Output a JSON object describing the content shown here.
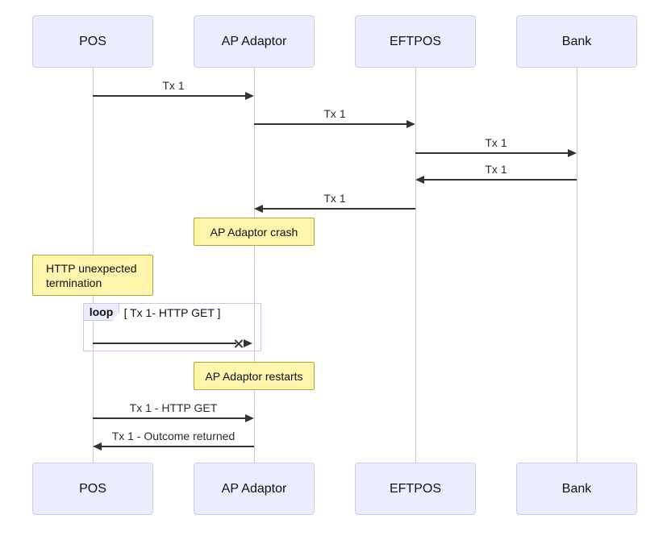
{
  "diagram_type": "sequence-diagram",
  "participants": [
    {
      "label": "POS"
    },
    {
      "label": "AP Adaptor"
    },
    {
      "label": "EFTPOS"
    },
    {
      "label": "Bank"
    }
  ],
  "messages": [
    {
      "label": "Tx 1",
      "from": "POS",
      "to": "AP Adaptor",
      "type": "solid-arrow"
    },
    {
      "label": "Tx 1",
      "from": "AP Adaptor",
      "to": "EFTPOS",
      "type": "solid-arrow"
    },
    {
      "label": "Tx 1",
      "from": "EFTPOS",
      "to": "Bank",
      "type": "solid-arrow"
    },
    {
      "label": "Tx 1",
      "from": "Bank",
      "to": "EFTPOS",
      "type": "solid-arrow"
    },
    {
      "label": "Tx 1",
      "from": "EFTPOS",
      "to": "AP Adaptor",
      "type": "solid-arrow"
    },
    {
      "label": "",
      "from": "POS",
      "to": "AP Adaptor",
      "type": "cross-arrow"
    },
    {
      "label": "Tx 1 - HTTP GET",
      "from": "POS",
      "to": "AP Adaptor",
      "type": "solid-arrow"
    },
    {
      "label": "Tx 1 - Outcome returned",
      "from": "AP Adaptor",
      "to": "POS",
      "type": "solid-arrow"
    }
  ],
  "notes": [
    {
      "text": "AP Adaptor crash",
      "over": "AP Adaptor"
    },
    {
      "text": "HTTP unexpected termination",
      "over": "POS"
    },
    {
      "text": "AP Adaptor restarts",
      "over": "AP Adaptor"
    }
  ],
  "loop": {
    "label": "loop",
    "condition": "[ Tx 1- HTTP GET ]"
  },
  "colors": {
    "actor_fill": "#ECECFF",
    "actor_border": "#CFCFF1",
    "note_fill": "#FFF5AD",
    "note_border": "#AAAA33",
    "loop_border": "#C8C8F3",
    "line": "#333333",
    "lifeline": "#CCCCCC"
  }
}
